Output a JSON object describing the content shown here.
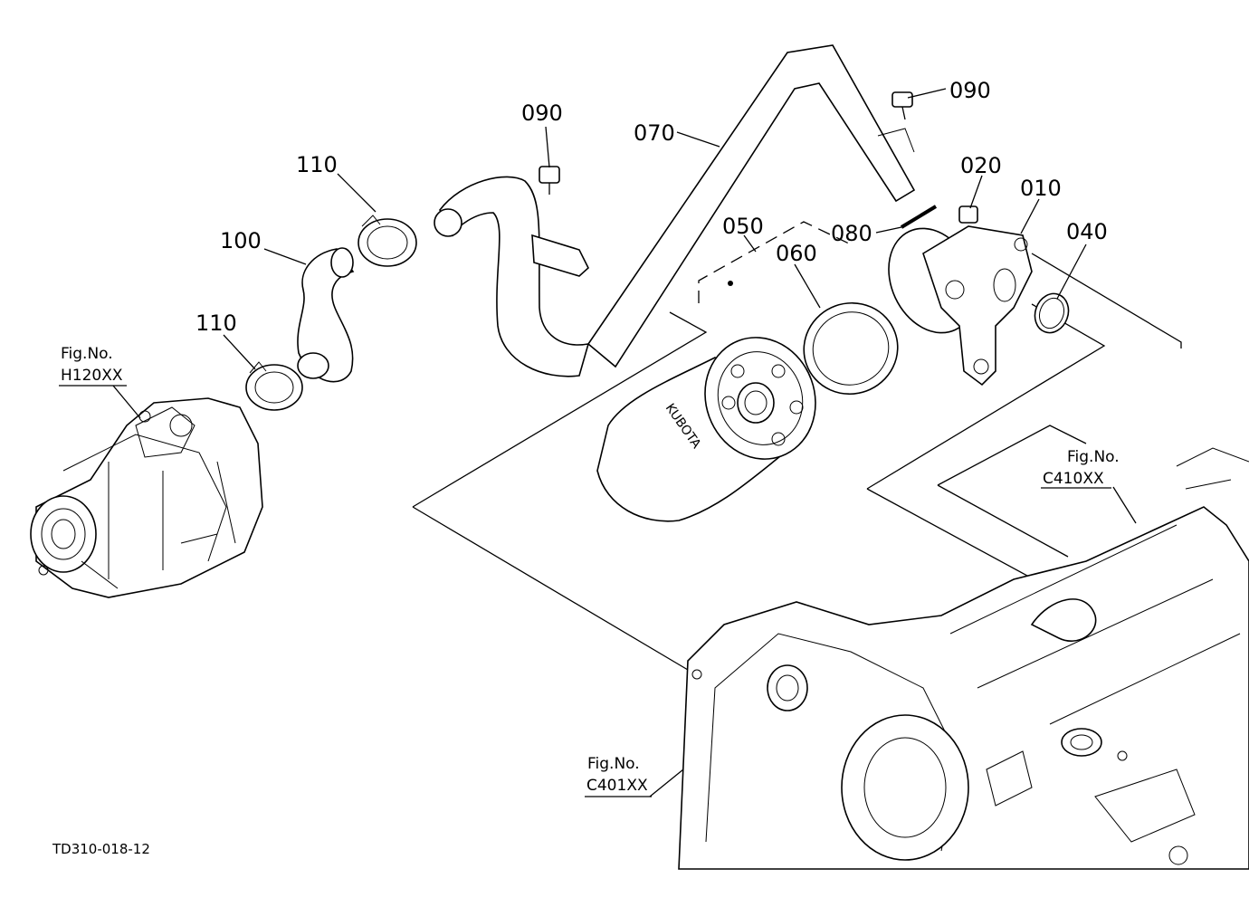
{
  "diagram": {
    "part_labels": [
      {
        "id": "090a",
        "text": "090"
      },
      {
        "id": "090b",
        "text": "090"
      },
      {
        "id": "070",
        "text": "070"
      },
      {
        "id": "110a",
        "text": "110"
      },
      {
        "id": "100",
        "text": "100"
      },
      {
        "id": "110b",
        "text": "110"
      },
      {
        "id": "050",
        "text": "050"
      },
      {
        "id": "060",
        "text": "060"
      },
      {
        "id": "080",
        "text": "080"
      },
      {
        "id": "020",
        "text": "020"
      },
      {
        "id": "010",
        "text": "010"
      },
      {
        "id": "040",
        "text": "040"
      }
    ],
    "figure_refs": [
      {
        "id": "h120",
        "line1": "Fig.No.",
        "line2": "H120XX"
      },
      {
        "id": "c410",
        "line1": "Fig.No.",
        "line2": "C410XX"
      },
      {
        "id": "c401",
        "line1": "Fig.No.",
        "line2": "C401XX"
      }
    ],
    "drawing_code": "TD310-018-12",
    "filter_print": "KUBOTA"
  }
}
